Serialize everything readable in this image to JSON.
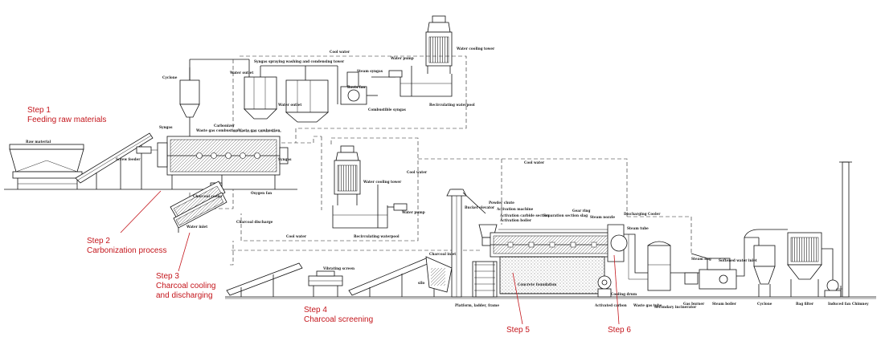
{
  "steps": [
    {
      "number": "Step 1",
      "text": "Feeding raw materials"
    },
    {
      "number": "Step 2",
      "text": "Carbonization process"
    },
    {
      "number": "Step 3",
      "text_line1": "Charcoal cooling",
      "text_line2": "and discharging"
    },
    {
      "number": "Step 4",
      "text": "Charcoal screening"
    },
    {
      "number": "Step 5"
    },
    {
      "number": "Step 6"
    }
  ],
  "labels": {
    "raw_material": "Raw material",
    "screw_feeder": "Screw feeder",
    "cyclone_top": "Cyclone",
    "syngas_left": "Syngas",
    "carbonizer": "Carbonizer",
    "waste_gas_left": "Waste gas combustion",
    "waste_gas_mid": "Waste gas combustion",
    "cool_water_top": "Cool water",
    "syngas_tower": "Syngas spraying washing and condensing tower",
    "water_pump_top": "Water pump",
    "water_cooling_tower_top": "Water cooling tower",
    "water_outlet_1": "Water outlet",
    "water_outlet_2": "Water outlet",
    "roots_fan": "Roots fan",
    "steam_syngas": "Steam syngas",
    "combustible_syngas": "Combustible syngas",
    "recirculating_waterpool_top": "Recirculating waterpool",
    "syngas_mid": "Syngas",
    "charcoal_cooler": "Charcoal cooler",
    "water_inlet": "Water inlet",
    "oxygen_fan": "Oxygen fan",
    "charcoal_discharge": "Charcoal discharge",
    "water_cooling_tower_mid": "Water cooling tower",
    "cool_water_mid": "Cool water",
    "water_pump_mid": "Water pump",
    "recirculating_waterpool_mid": "Recirculating waterpool",
    "cool_water_right": "Cool water",
    "cool_water_bottom": "Cool water",
    "vibrating_screen": "Vibrating screen",
    "charcoal_inlet": "Charcoal inlet",
    "silo": "silo",
    "bucket_elevator": "Bucket elevator",
    "powder_chute": "Powder chute",
    "activation_machine": "Activation machine",
    "activation_sub1": "Activation carbide section",
    "activation_sub2": "Activation boiler",
    "separation_section": "Separation section slag",
    "gear_ring": "Gear ring",
    "steam_nozzle": "Steam nozzle",
    "discharging_cooler": "Discharging Cooler",
    "steam_tube": "Steam tube",
    "concrete_foundation": "Concrete foundation",
    "cooling_drum": "Cooling drum",
    "platform": "Platform, ladder, frame",
    "activated_carbon": "Activated carbon",
    "waste_gas_tube": "Waste gas tube",
    "secondary_incinerator": "Secondary incinerator",
    "gas_burner": "Gas burner",
    "steam_bag": "Steam bag",
    "softened_water_inlet": "Softened water inlet",
    "steam_boiler": "Steam boiler",
    "cyclone_right": "Cyclone",
    "bag_filter": "Bag filter",
    "induced_fan": "Induced fan",
    "chimney": "Chimney"
  }
}
